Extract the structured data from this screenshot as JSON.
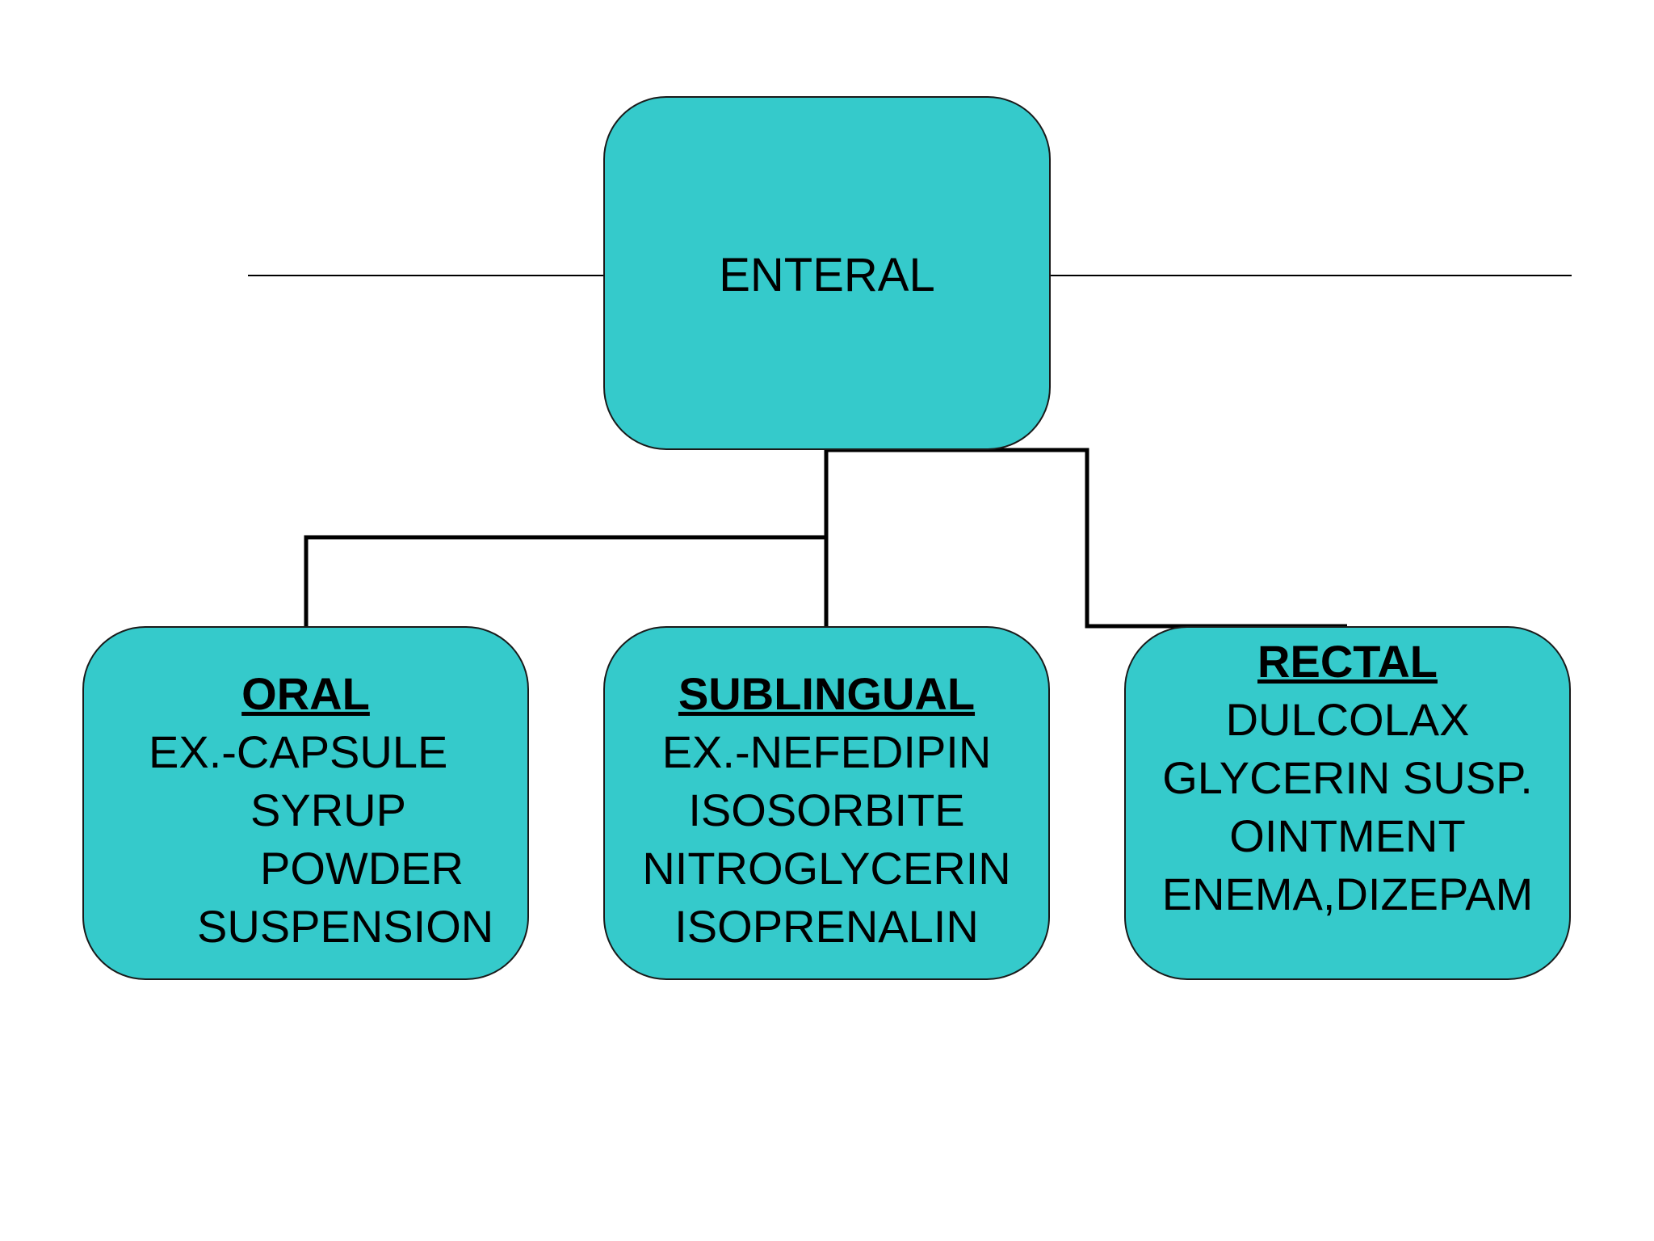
{
  "root": {
    "label": "ENTERAL"
  },
  "branches": [
    {
      "heading": "ORAL",
      "lines": [
        "EX.-CAPSULE",
        "SYRUP",
        "POWDER",
        "SUSPENSION"
      ]
    },
    {
      "heading": "SUBLINGUAL",
      "lines": [
        "EX.-NEFEDIPIN",
        "ISOSORBITE",
        "NITROGLYCERIN",
        "ISOPRENALIN"
      ]
    },
    {
      "heading": "RECTAL",
      "lines": [
        "DULCOLAX",
        "GLYCERIN SUSP.",
        "OINTMENT",
        "ENEMA,DIZEPAM"
      ]
    }
  ],
  "colors": {
    "box_fill": "#35CACB",
    "stroke": "#000000"
  }
}
